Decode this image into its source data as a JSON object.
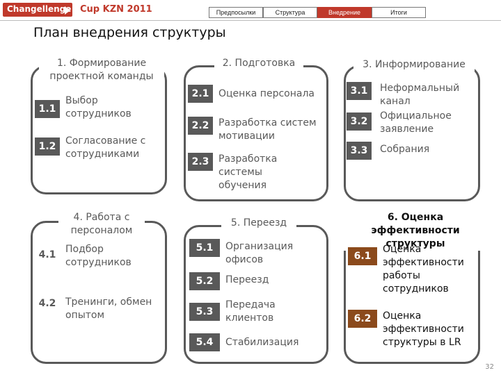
{
  "header": {
    "logo": "Changellenge",
    "cup": "Cup KZN 2011",
    "tabs": [
      "Предпосылки",
      "Структура",
      "Внедрение",
      "Итоги"
    ],
    "active_tab": "Внедрение"
  },
  "title": "План внедрения структуры",
  "groups": [
    {
      "title": "1. Формирование проектной команды",
      "items": [
        {
          "num": "1.1",
          "text": "Выбор сотрудников"
        },
        {
          "num": "1.2",
          "text": "Согласование с сотрудниками"
        }
      ]
    },
    {
      "title": "2. Подготовка",
      "items": [
        {
          "num": "2.1",
          "text": "Оценка персонала"
        },
        {
          "num": "2.2",
          "text": "Разработка систем мотивации"
        },
        {
          "num": "2.3",
          "text": "Разработка системы обучения"
        }
      ]
    },
    {
      "title": "3. Информирование",
      "items": [
        {
          "num": "3.1",
          "text": "Неформальный канал"
        },
        {
          "num": "3.2",
          "text": "Официальное заявление"
        },
        {
          "num": "3.3",
          "text": "Собрания"
        }
      ]
    },
    {
      "title": "4. Работа с персоналом",
      "items": [
        {
          "num": "4.1",
          "text": "Подбор сотрудников"
        },
        {
          "num": "4.2",
          "text": "Тренинги, обмен опытом"
        }
      ]
    },
    {
      "title": "5. Переезд",
      "items": [
        {
          "num": "5.1",
          "text": "Организация офисов"
        },
        {
          "num": "5.2",
          "text": "Переезд"
        },
        {
          "num": "5.3",
          "text": "Передача клиентов"
        },
        {
          "num": "5.4",
          "text": "Стабилизация"
        }
      ]
    },
    {
      "title": "6. Оценка эффективности структуры",
      "items": [
        {
          "num": "6.1",
          "text": "Оценка эффективности работы сотрудников"
        },
        {
          "num": "6.2",
          "text": "Оценка эффективности структуры в LR"
        }
      ]
    }
  ],
  "page_number": "32",
  "colors": {
    "accent": "#c0392b",
    "box_border": "#595959",
    "num_bg": "#595959",
    "num_bg_group6": "#8b4a1c"
  }
}
